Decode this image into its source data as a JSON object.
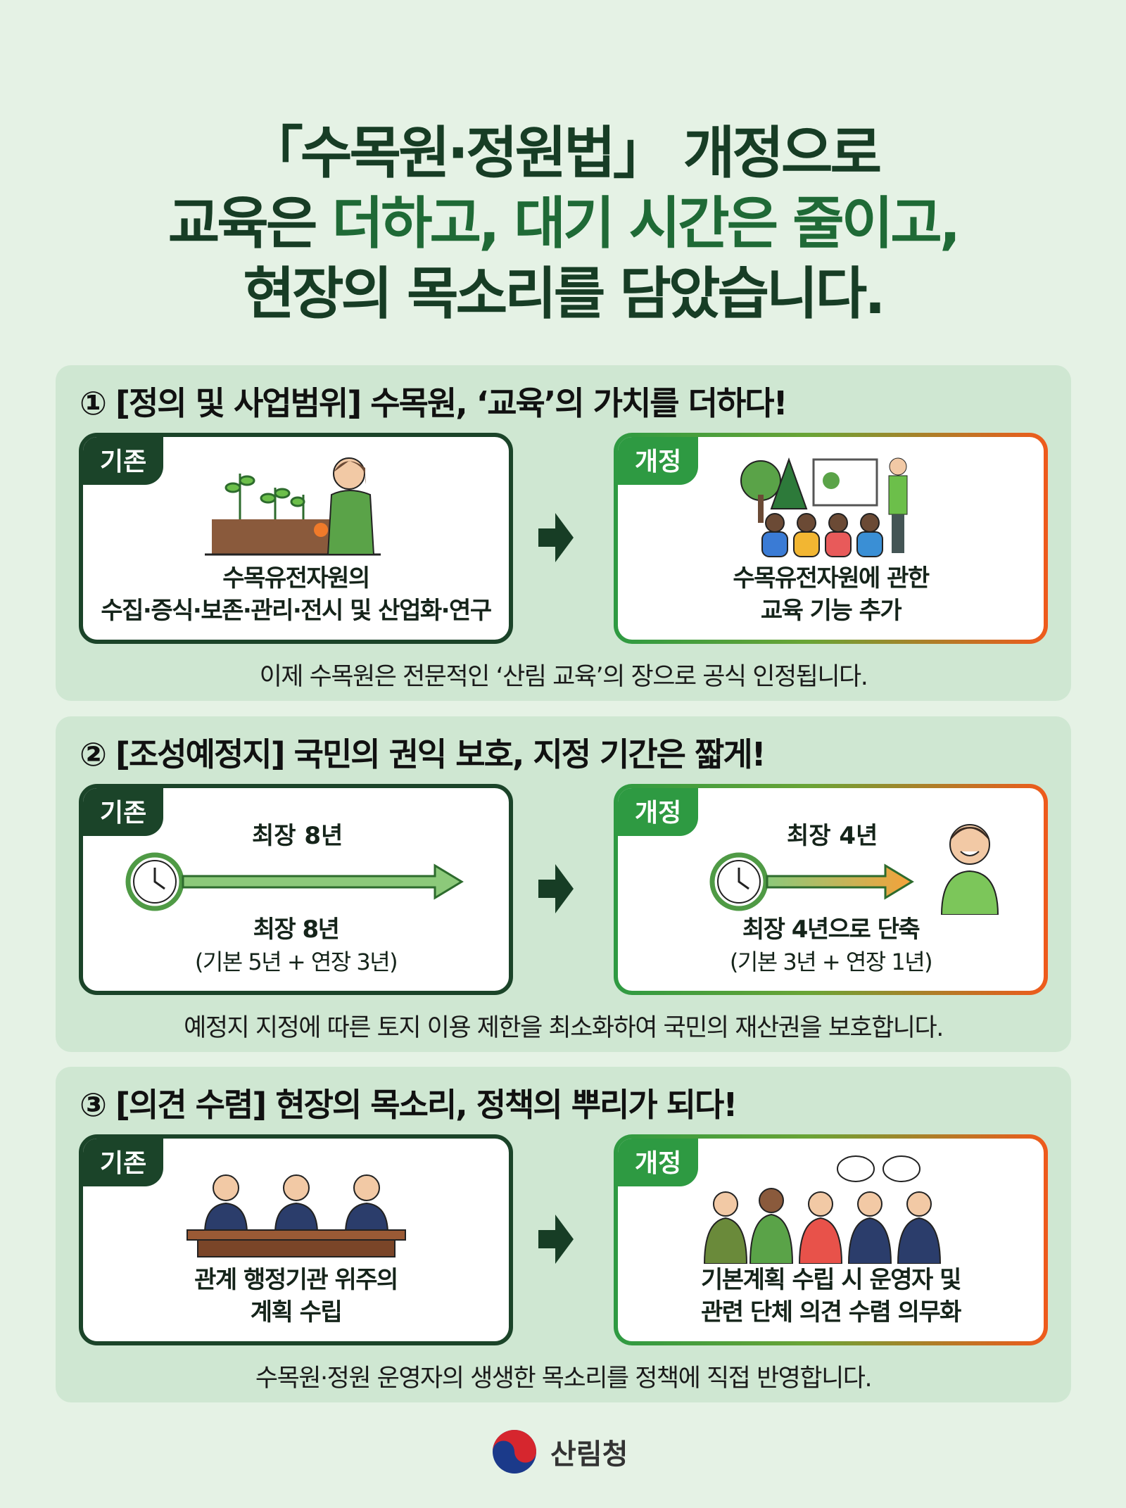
{
  "title": {
    "line1": "「수목원·정원법」 개정으로",
    "line2a": "교육은 ",
    "line2b": "더하고, 대기 시간은 줄이고,",
    "line3": "현장의 목소리를 담았습니다."
  },
  "sections": [
    {
      "heading": "① [정의 및 사업범위] 수목원, ‘교육’의 가치를 더하다!",
      "old": {
        "tag": "기존",
        "line1": "수목유전자원의",
        "line2": "수집·증식·보존·관리·전시 및 산업화·연구"
      },
      "new": {
        "tag": "개정",
        "line1": "수목유전자원에 관한",
        "line2": "교육 기능 추가"
      },
      "note": "이제 수목원은 전문적인 ‘산림 교육’의 장으로 공식 인정됩니다."
    },
    {
      "heading": "② [조성예정지] 국민의 권익 보호, 지정 기간은 짧게!",
      "old": {
        "tag": "기존",
        "arrow_label": "최장 8년",
        "line1": "최장 8년",
        "line2": "(기본 5년 + 연장 3년)"
      },
      "new": {
        "tag": "개정",
        "arrow_label": "최장 4년",
        "line1": "최장 4년으로 단축",
        "line2": "(기본 3년 + 연장 1년)"
      },
      "note": "예정지 지정에 따른 토지 이용 제한을 최소화하여 국민의 재산권을 보호합니다."
    },
    {
      "heading": "③ [의견 수렴] 현장의 목소리, 정책의 뿌리가 되다!",
      "old": {
        "tag": "기존",
        "line1": "관계 행정기관 위주의",
        "line2": "계획 수립"
      },
      "new": {
        "tag": "개정",
        "line1": "기본계획 수립 시 운영자 및",
        "line2": "관련 단체 의견 수렴 의무화"
      },
      "note": "수목원·정원 운영자의 생생한 목소리를 정책에 직접 반영합니다."
    }
  ],
  "footer": {
    "agency": "산림청"
  },
  "colors": {
    "dark_green": "#1b4429",
    "green": "#2e9a42",
    "orange": "#ef5a1c",
    "panel": "#cfe7d2",
    "bg": "#e5f2e5"
  }
}
